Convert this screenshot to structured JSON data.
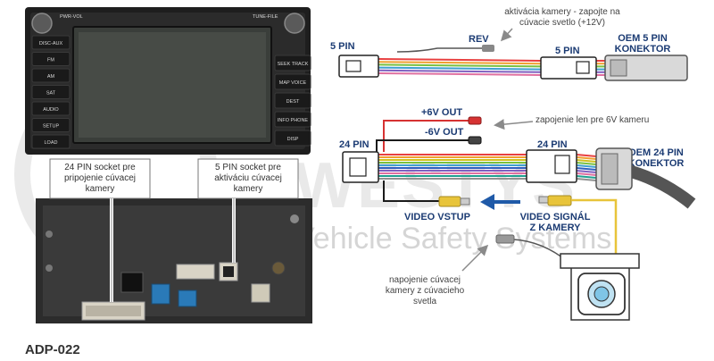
{
  "colors": {
    "label_navy": "#1b3b73",
    "callout_gray": "#444444",
    "arrow_gray": "#8a8a8a",
    "wire_red": "#d63232",
    "wire_black": "#1a1a1a",
    "wire_yellow": "#e8c43a",
    "arrow_blue": "#1f5aa8",
    "watermark": "#d0d0d0"
  },
  "watermark": {
    "logo": "WESTYS",
    "tagline": "Vehicle Safety Systems"
  },
  "product_code": "ADP-022",
  "head_unit": {
    "knob_left_label": "PWR-VOL",
    "knob_right_label": "TUNE-FILE",
    "left_buttons": [
      "DISC-AUX",
      "FM",
      "AM",
      "SAT",
      "AUDIO",
      "SETUP",
      "LOAD"
    ],
    "right_buttons": [
      "SEEK TRACK",
      "MAP VOICE",
      "DEST",
      "INFO PHONE",
      "DISP"
    ]
  },
  "callouts": {
    "socket_24": "24 PIN socket pre pripojenie cúvacej kamery",
    "socket_5": "5 PIN socket pre aktiváciu cúvacej kamery"
  },
  "harness_5pin": {
    "left_label": "5 PIN",
    "right_label": "5 PIN",
    "oem_label": "OEM 5 PIN KONEKTOR",
    "rev_label": "REV",
    "rev_note": "aktivácia kamery - zapojte na cúvacie svetlo (+12V)"
  },
  "harness_24pin": {
    "left_label": "24 PIN",
    "right_label": "24 PIN",
    "oem_label": "OEM 24 PIN KONEKTOR",
    "plus6v_label": "+6V OUT",
    "minus6v_label": "-6V OUT",
    "six_v_note": "zapojenie len pre 6V kameru",
    "video_in_label": "VIDEO VSTUP",
    "video_signal_label": "VIDEO SIGNÁL Z KAMERY",
    "camera_power_note": "napojenie cúvacej kamery z cúvacieho svetla"
  },
  "wire_colors_5pin": [
    "#e84040",
    "#f0a030",
    "#7ac040",
    "#40a0d0",
    "#8060c0",
    "#e070a0"
  ],
  "wire_colors_24pin": [
    "#e84040",
    "#f0a030",
    "#d0c020",
    "#7ac040",
    "#40a0d0",
    "#3060c0",
    "#8060c0",
    "#e070a0",
    "#20a090",
    "#909090"
  ]
}
